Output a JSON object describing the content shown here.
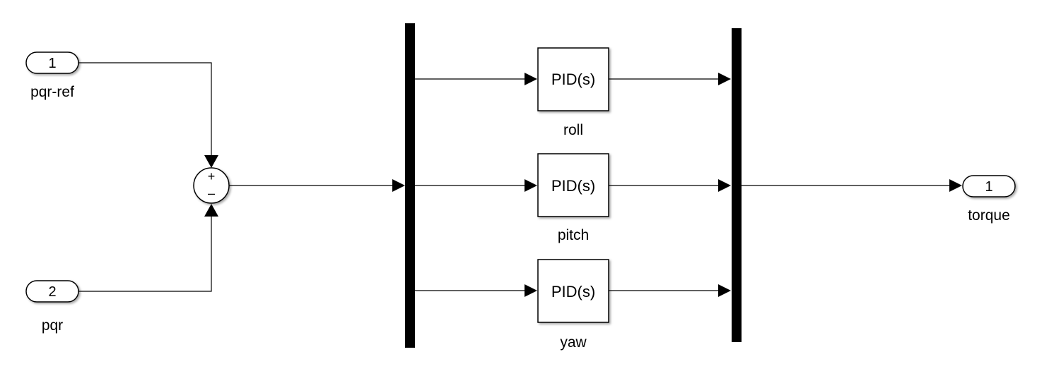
{
  "diagram": {
    "inports": [
      {
        "number": "1",
        "label": "pqr-ref"
      },
      {
        "number": "2",
        "label": "pqr"
      }
    ],
    "sum": {
      "sign_top": "+",
      "sign_bottom": "–"
    },
    "blocks": [
      {
        "text": "PID(s)",
        "label": "roll"
      },
      {
        "text": "PID(s)",
        "label": "pitch"
      },
      {
        "text": "PID(s)",
        "label": "yaw"
      }
    ],
    "outport": {
      "number": "1",
      "label": "torque"
    }
  }
}
